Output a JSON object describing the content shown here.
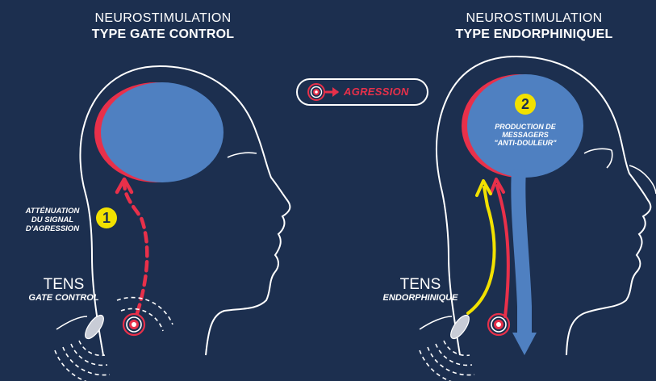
{
  "left_panel": {
    "title_line1": "NEUROSTIMULATION",
    "title_line2": "TYPE GATE CONTROL",
    "step_badge": "1",
    "step_note_line1": "ATTÉNUATION",
    "step_note_line2": "DU SIGNAL",
    "step_note_line3": "D'AGRESSION",
    "device_label": "TENS",
    "device_sublabel": "GATE CONTROL"
  },
  "right_panel": {
    "title_line1": "NEUROSTIMULATION",
    "title_line2": "TYPE ENDORPHINIQUEL",
    "step_badge": "2",
    "step_note_line1": "PRODUCTION DE",
    "step_note_line2": "MESSAGERS",
    "step_note_line3": "\"ANTI-DOULEUR\"",
    "device_label": "TENS",
    "device_sublabel": "ENDORPHINIQUE"
  },
  "legend": {
    "label": "AGRESSION",
    "icon": "target-arrow-icon"
  },
  "colors": {
    "background": "#1c2f4f",
    "brain": "#4f80c1",
    "brain_edge": "#e8304a",
    "pain_signal": "#e8304a",
    "stim_signal": "#f2e100",
    "outline": "#ffffff"
  }
}
